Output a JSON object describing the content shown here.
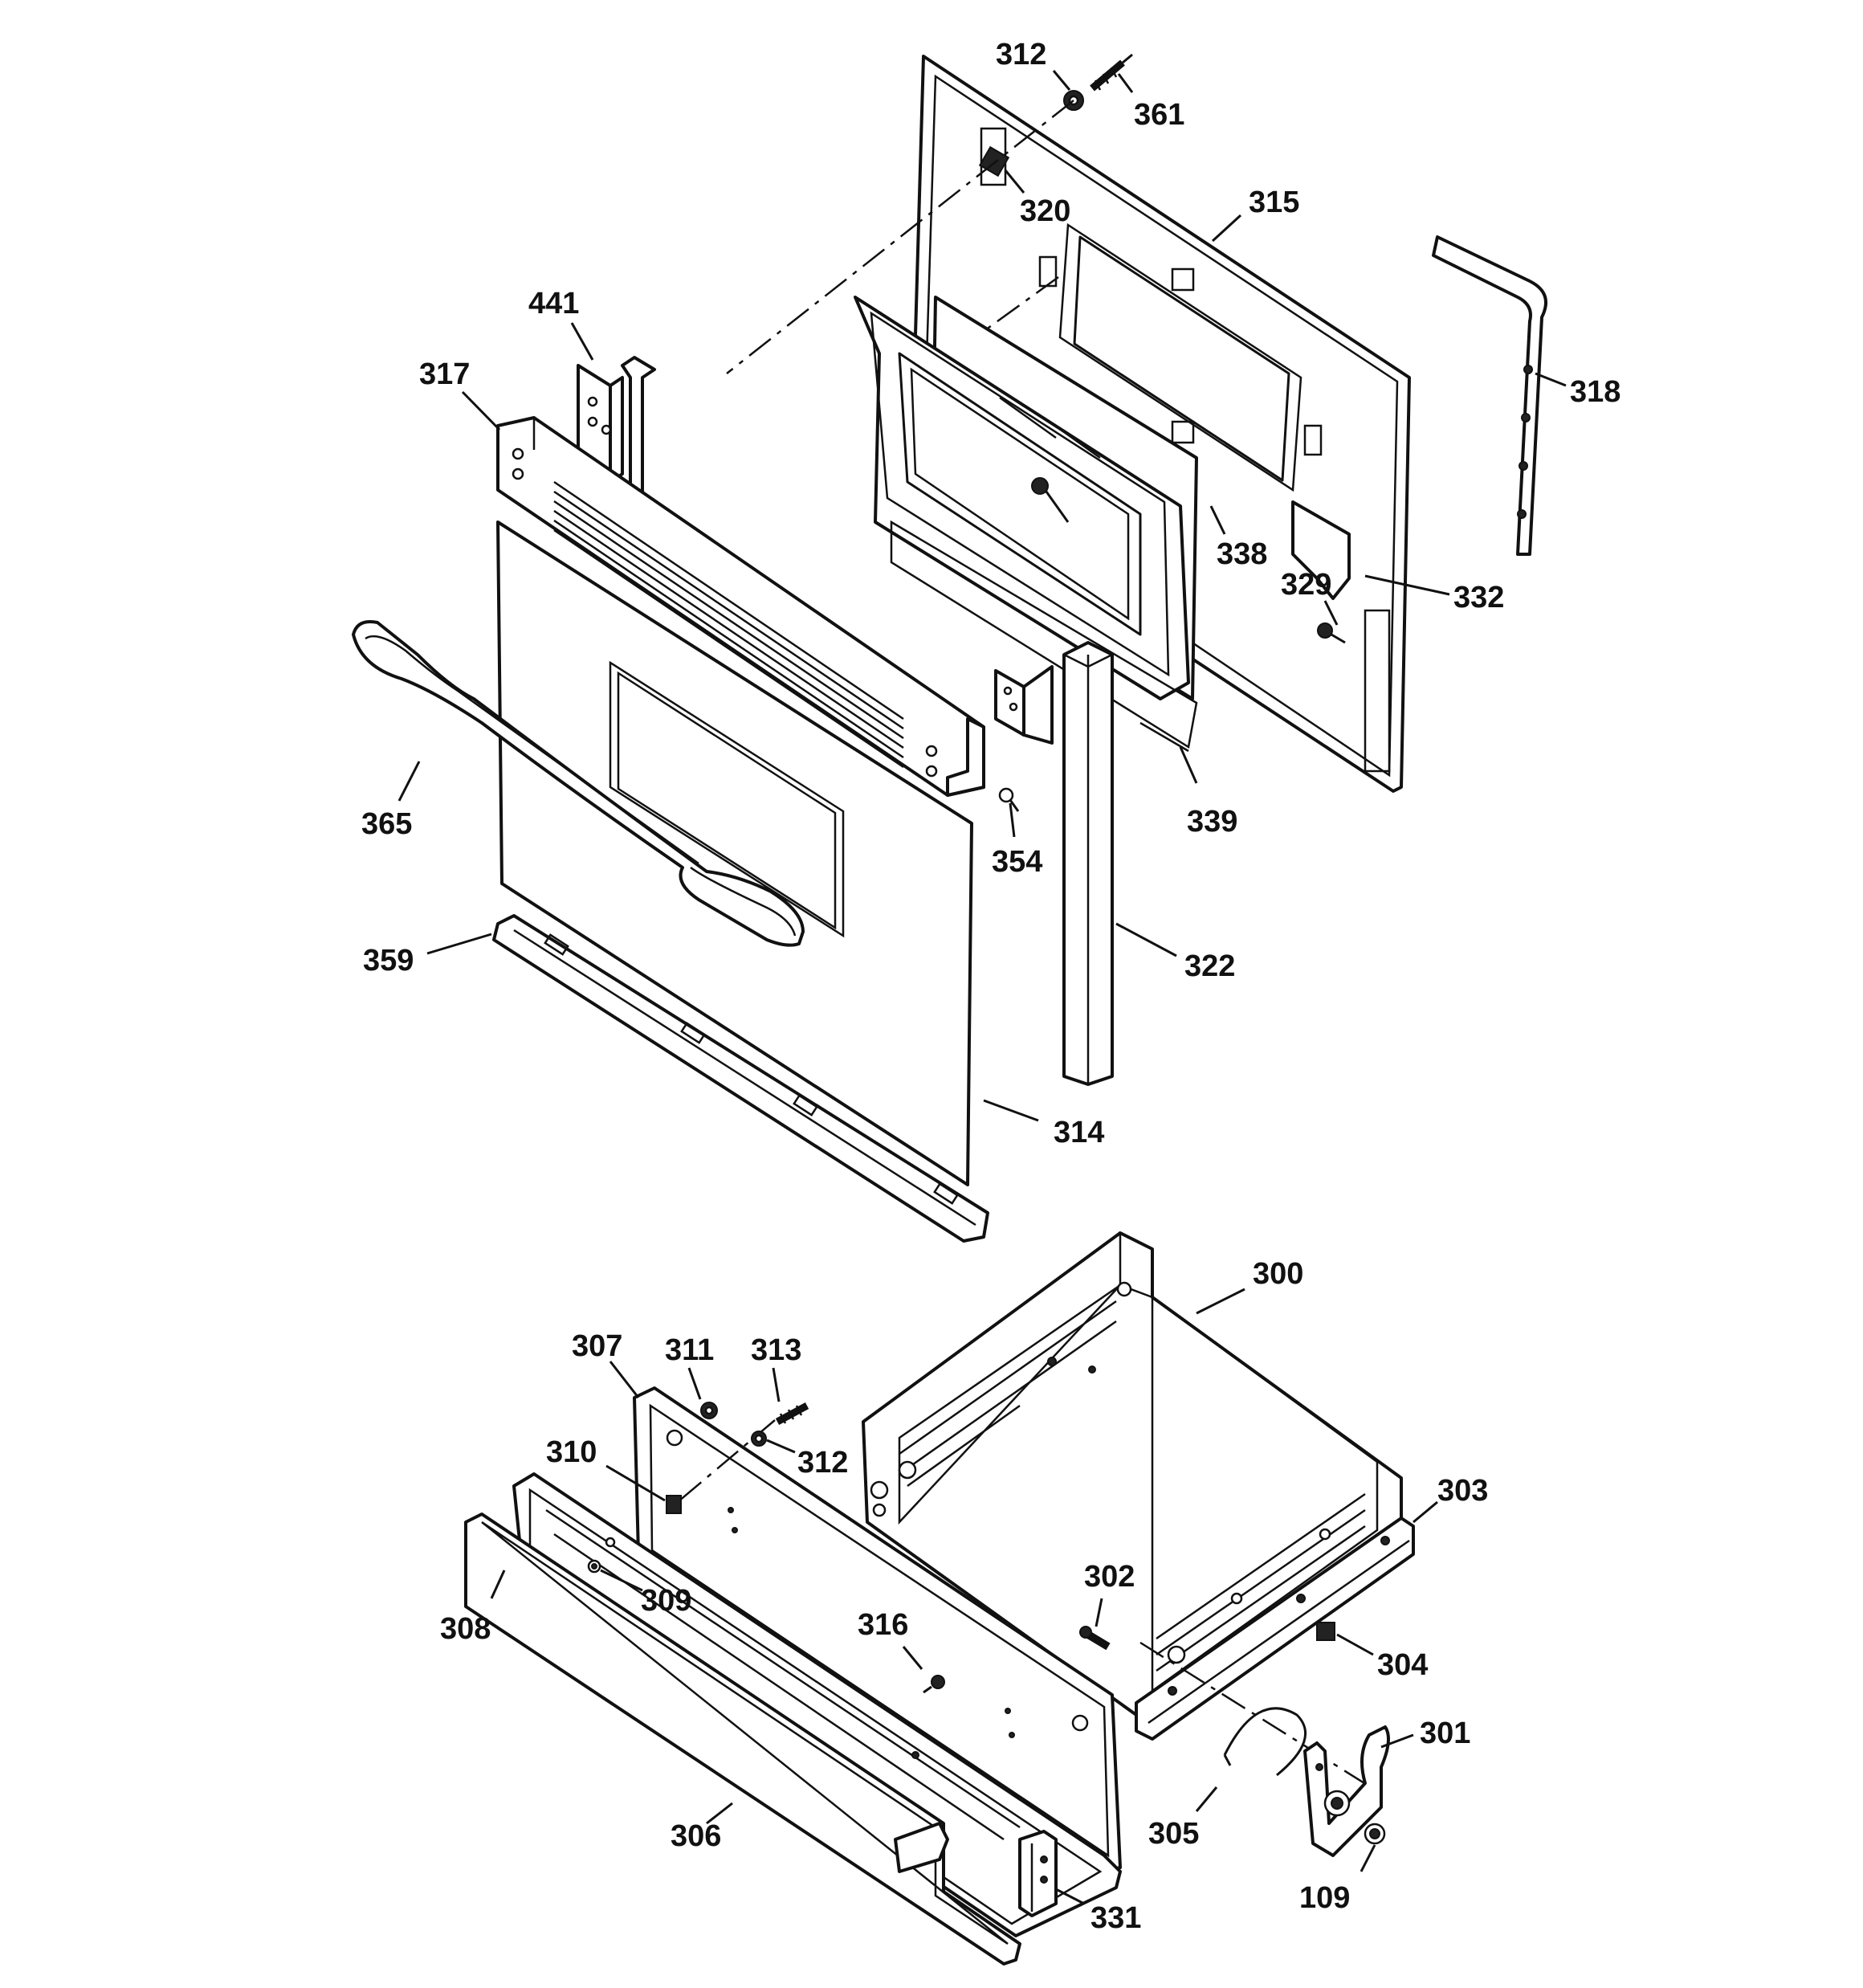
{
  "callouts": {
    "c312a": "312",
    "c361": "361",
    "c320": "320",
    "c315": "315",
    "c318": "318",
    "c441": "441",
    "c317": "317",
    "c338": "338",
    "c329": "329",
    "c332": "332",
    "c365": "365",
    "c339": "339",
    "c354": "354",
    "c359": "359",
    "c322": "322",
    "c314": "314",
    "c300": "300",
    "c307": "307",
    "c311": "311",
    "c313": "313",
    "c312b": "312",
    "c310": "310",
    "c303": "303",
    "c302": "302",
    "c309": "309",
    "c308": "308",
    "c316": "316",
    "c304": "304",
    "c301": "301",
    "c305": "305",
    "c306": "306",
    "c109": "109",
    "c331": "331"
  }
}
